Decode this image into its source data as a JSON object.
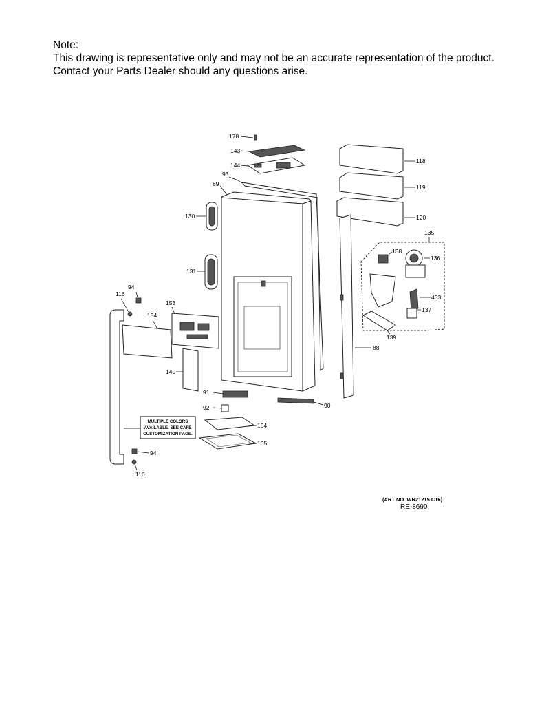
{
  "note": {
    "heading": "Note:",
    "line1": "This drawing is representative only and may not be an accurate representation of the product.",
    "line2": "Contact your Parts Dealer should any questions arise."
  },
  "callout_box": {
    "line1": "MULTIPLE COLORS",
    "line2": "AVAILABLE. SEE CAFE",
    "line3": "CUSTOMIZATION PAGE."
  },
  "labels": {
    "p178": "178",
    "p143": "143",
    "p144": "144",
    "p93": "93",
    "p89": "89",
    "p118": "118",
    "p119": "119",
    "p120": "120",
    "p135": "135",
    "p138": "138",
    "p136": "136",
    "p433": "433",
    "p137": "137",
    "p139": "139",
    "p88": "88",
    "p130": "130",
    "p131": "131",
    "p94a": "94",
    "p116a": "116",
    "p153": "153",
    "p154": "154",
    "p140": "140",
    "p91": "91",
    "p92": "92",
    "p90": "90",
    "p164": "164",
    "p165": "165",
    "p94b": "94",
    "p116b": "116"
  },
  "footer": {
    "art_no": "(ART NO. WR21215 C16)",
    "ref": "RE-8690"
  }
}
